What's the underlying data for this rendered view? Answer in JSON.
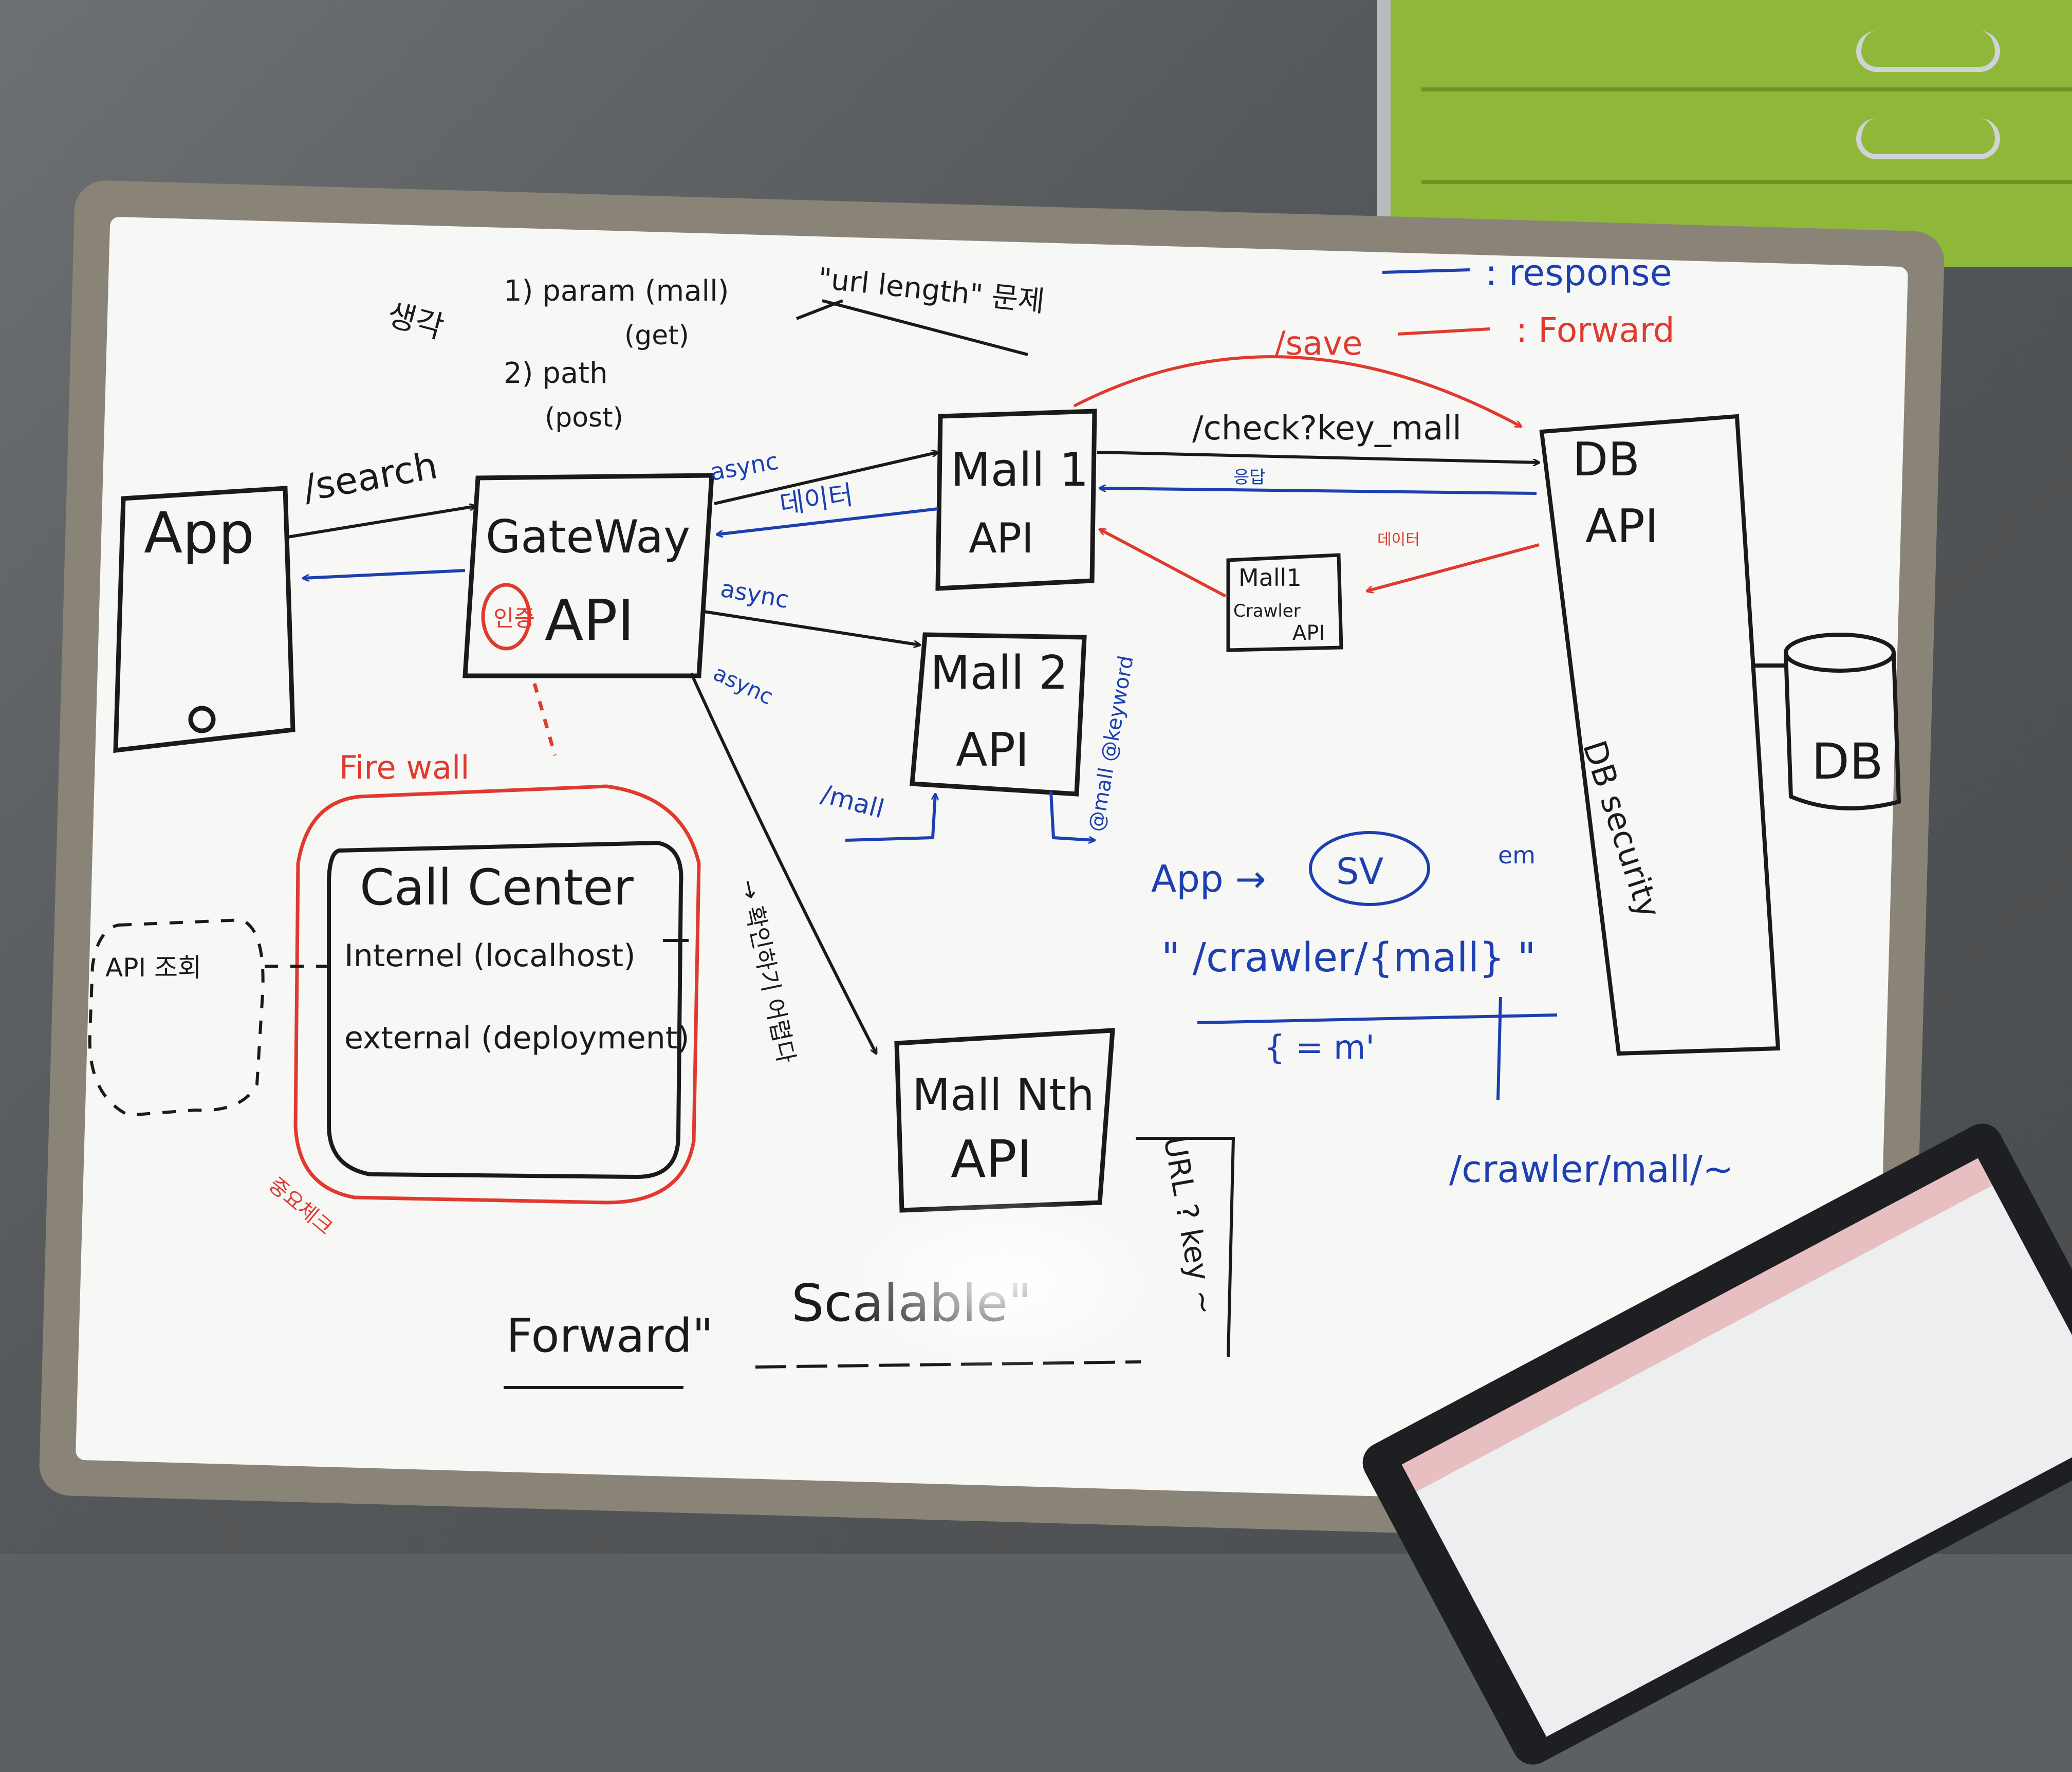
{
  "nodes": {
    "app": "App",
    "gateway": "GateWay",
    "gateway_api": "API",
    "gateway_badge": "인증",
    "mall1": "Mall 1",
    "mall1_api": "API",
    "mall2": "Mall 2",
    "mall2_api": "API",
    "malln": "Mall Nth",
    "malln_api": "API",
    "db_api_1": "DB",
    "db_api_2": "API",
    "db_security": "DB security",
    "db": "DB",
    "crawler_1": "Mall1",
    "crawler_2": "Crawler",
    "crawler_3": "API",
    "callcenter": "Call Center",
    "callcenter_internal": "Internel (localhost)",
    "callcenter_external": "external (deployment)",
    "api_box": "API 조회"
  },
  "labels": {
    "search": "/search",
    "async1": "async",
    "async2": "async",
    "async3": "async",
    "data": "데이터",
    "check": "/check?key_mall",
    "save": "/save",
    "response_data": "응답",
    "crawl_data": "데이터",
    "firewall": "Fire wall",
    "mall_path": "/mall",
    "mall_keyword": "@mall  @keyword",
    "korean_side": "→ 확인하기 어렵다",
    "url_key": "URL ? key ~",
    "red_note": "중요체크"
  },
  "notes": {
    "thought": "생각",
    "param": "1) param (mall)",
    "get": "(get)",
    "path": "2) path",
    "post": "(post)",
    "url_length": "\"url length\" 문제",
    "legend_response": ": response",
    "legend_forward": ": Forward",
    "app_arrow": "App →",
    "sv": "SV",
    "em": "em",
    "crawler_route": "\" /crawler/{mall} \"",
    "eq": "{ = m'",
    "crawler_path": "/crawler/mall/~",
    "forward": "Forward\"",
    "scalable": "Scalable\""
  },
  "colors": {
    "black_ink": "#1a1a1a",
    "blue_ink": "#1d3fb0",
    "red_ink": "#e03a2f",
    "board": "#f7f8f6",
    "frame": "#8a8478"
  }
}
